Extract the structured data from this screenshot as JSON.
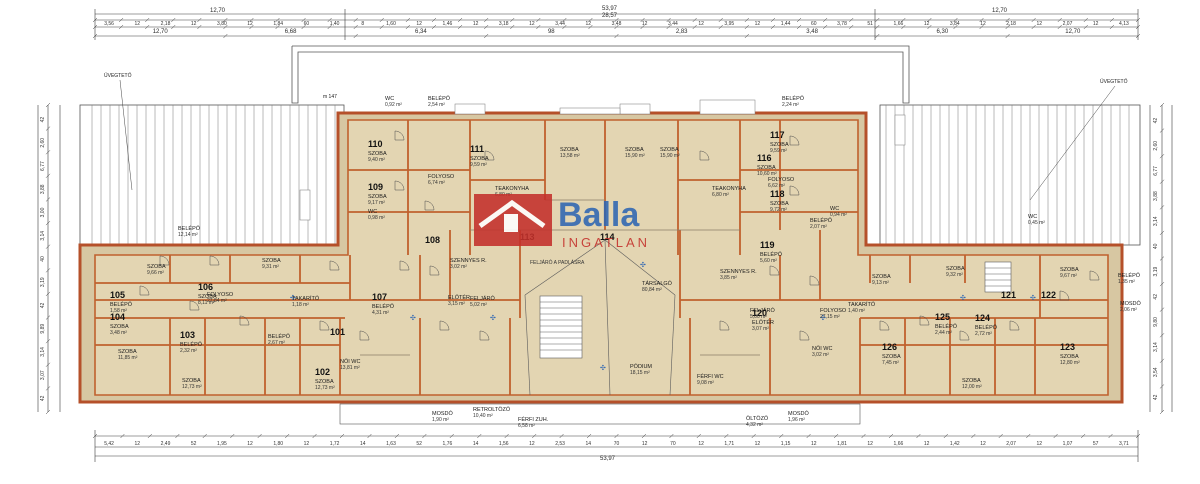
{
  "watermark": {
    "brand": "Balla",
    "sub": "INGATLAN",
    "colors": {
      "red": "#c4302b",
      "blue": "#2f66b3",
      "gray": "#9a9a9a"
    }
  },
  "dimensions": {
    "top_row1": [
      "12,70",
      "53,97",
      "12,70"
    ],
    "top_row1_mid": "28,57",
    "top_row2": [
      "3,56",
      "12",
      "2,18",
      "12",
      "3,80",
      "12",
      "1,84",
      "60",
      "1,40",
      "8",
      "1,60",
      "12",
      "1,46",
      "12",
      "3,18",
      "12",
      "3,44",
      "12",
      "3,48",
      "12",
      "3,44",
      "12",
      "3,95",
      "12",
      "1,44",
      "60",
      "3,78",
      "51",
      "1,66",
      "12",
      "3,84",
      "12",
      "2,18",
      "12",
      "2,07",
      "12",
      "4,13"
    ],
    "top_row3": [
      "12,70",
      "6,68",
      "6,34",
      "98",
      "2,83",
      "3,48",
      "6,30",
      "12,70"
    ],
    "bottom_row1": [
      "5,42",
      "12",
      "2,49",
      "52",
      "1,95",
      "12",
      "1,80",
      "12",
      "1,72",
      "14",
      "1,63",
      "52",
      "1,76",
      "14",
      "1,56",
      "12",
      "2,53",
      "14",
      "70",
      "12",
      "70",
      "12",
      "1,71",
      "12",
      "1,15",
      "12",
      "1,81",
      "12",
      "1,66",
      "12",
      "1,42",
      "12",
      "2,07",
      "12",
      "1,07",
      "57",
      "3,71"
    ],
    "bottom_row2": "53,97",
    "left_col": [
      "42",
      "2,60",
      "6,77",
      "3,88",
      "3,00",
      "3,14",
      "40",
      "3,19",
      "42",
      "9,89",
      "3,14",
      "3,07",
      "42"
    ],
    "right_col": [
      "42",
      "2,60",
      "6,77",
      "3,88",
      "3,14",
      "40",
      "3,19",
      "42",
      "9,80",
      "3,14",
      "3,54",
      "42"
    ]
  },
  "notes": {
    "left_roof": "ÜVEGTETŐ",
    "right_roof": "ÜVEGTETŐ",
    "stair": "m 147",
    "feljaro": "FELJÁRÓ A PADLÁSRA"
  },
  "rooms": [
    {
      "num": "110",
      "name": "SZOBA",
      "area": "9,40 m²"
    },
    {
      "num": "111",
      "name": "SZOBA",
      "area": "9,59 m²"
    },
    {
      "num": "",
      "name": "WC",
      "area": "0,92 m²"
    },
    {
      "num": "",
      "name": "BELÉPŐ",
      "area": "2,54 m²"
    },
    {
      "num": "109",
      "name": "SZOBA",
      "area": "9,17 m²"
    },
    {
      "num": "",
      "name": "FOLYOSO",
      "area": "6,74 m²"
    },
    {
      "num": "",
      "name": "TEAKONYHA",
      "area": "6,80 m²"
    },
    {
      "num": "",
      "name": "WC",
      "area": "0,98 m²"
    },
    {
      "num": "",
      "name": "SZOBA",
      "area": "13,58 m²"
    },
    {
      "num": "",
      "name": "SZOBA",
      "area": "15,90 m²"
    },
    {
      "num": "",
      "name": "SZOBA",
      "area": "15,90 m²"
    },
    {
      "num": "117",
      "name": "SZOBA",
      "area": "9,59 m²"
    },
    {
      "num": "116",
      "name": "SZOBA",
      "area": "10,60 m²"
    },
    {
      "num": "",
      "name": "BELÉPŐ",
      "area": "2,24 m²"
    },
    {
      "num": "118",
      "name": "SZOBA",
      "area": "9,72 m²"
    },
    {
      "num": "",
      "name": "TEAKONYHA",
      "area": "6,80 m²"
    },
    {
      "num": "",
      "name": "FOLYOSO",
      "area": "6,62 m²"
    },
    {
      "num": "",
      "name": "WC",
      "area": "0,94 m²"
    },
    {
      "num": "",
      "name": "BELÉPŐ",
      "area": "2,07 m²"
    },
    {
      "num": "",
      "name": "BELÉPŐ",
      "area": "12,14 m²"
    },
    {
      "num": "",
      "name": "SZOBA",
      "area": "9,66 m²"
    },
    {
      "num": "106",
      "name": "SZOBA",
      "area": "8,11 m²"
    },
    {
      "num": "",
      "name": "SZOBA",
      "area": "9,31 m²"
    },
    {
      "num": "108",
      "name": "",
      "area": ""
    },
    {
      "num": "",
      "name": "SZENNYES R.",
      "area": "3,02 m²"
    },
    {
      "num": "113",
      "name": "",
      "area": ""
    },
    {
      "num": "114",
      "name": "",
      "area": ""
    },
    {
      "num": "",
      "name": "TÁRSALGÓ",
      "area": "80,84 m²"
    },
    {
      "num": "119",
      "name": "BELÉPŐ",
      "area": "5,60 m²"
    },
    {
      "num": "",
      "name": "SZENNYES R.",
      "area": "3,85 m²"
    },
    {
      "num": "",
      "name": "SZOBA",
      "area": "9,13 m²"
    },
    {
      "num": "",
      "name": "SZOBA",
      "area": "9,32 m²"
    },
    {
      "num": "",
      "name": "WC",
      "area": "0,45 m²"
    },
    {
      "num": "",
      "name": "SZOBA",
      "area": "9,67 m²"
    },
    {
      "num": "121",
      "name": "",
      "area": ""
    },
    {
      "num": "122",
      "name": "",
      "area": ""
    },
    {
      "num": "",
      "name": "BELÉPŐ",
      "area": "1,35 m²"
    },
    {
      "num": "105",
      "name": "BELÉPŐ",
      "area": "1,58 m²"
    },
    {
      "num": "",
      "name": "FOLYOSO",
      "area": "27,84 m²"
    },
    {
      "num": "",
      "name": "TAKARÍTÓ",
      "area": "1,18 m²"
    },
    {
      "num": "107",
      "name": "BELÉPŐ",
      "area": "4,31 m²"
    },
    {
      "num": "",
      "name": "ELŐTÉR",
      "area": "3,15 m²"
    },
    {
      "num": "",
      "name": "FELJÁRÓ",
      "area": "5,02 m²"
    },
    {
      "num": "120",
      "name": "ELŐTÉR",
      "area": "3,07 m²"
    },
    {
      "num": "",
      "name": "FOLYOSO",
      "area": "27,15 m²"
    },
    {
      "num": "",
      "name": "TAKARÍTÓ",
      "area": "1,40 m²"
    },
    {
      "num": "",
      "name": "FELJÁRÓ",
      "area": "5,00 m²"
    },
    {
      "num": "104",
      "name": "SZOBA",
      "area": "3,48 m²"
    },
    {
      "num": "103",
      "name": "BELÉPŐ",
      "area": "2,32 m²"
    },
    {
      "num": "",
      "name": "BELÉPŐ",
      "area": "2,67 m²"
    },
    {
      "num": "101",
      "name": "",
      "area": ""
    },
    {
      "num": "102",
      "name": "SZOBA",
      "area": "12,73 m²"
    },
    {
      "num": "",
      "name": "NŐI WC",
      "area": "13,81 m²"
    },
    {
      "num": "",
      "name": "PÓDIUM",
      "area": "18,15 m²"
    },
    {
      "num": "",
      "name": "NŐI WC",
      "area": "3,02 m²"
    },
    {
      "num": "",
      "name": "FÉRFI WC",
      "area": "9,08 m²"
    },
    {
      "num": "126",
      "name": "SZOBA",
      "area": "7,45 m²"
    },
    {
      "num": "125",
      "name": "BELÉPŐ",
      "area": "2,44 m²"
    },
    {
      "num": "124",
      "name": "BELÉPŐ",
      "area": "2,72 m²"
    },
    {
      "num": "123",
      "name": "SZOBA",
      "area": "12,80 m²"
    },
    {
      "num": "",
      "name": "SZOBA",
      "area": "11,85 m²"
    },
    {
      "num": "",
      "name": "SZOBA",
      "area": "12,73 m²"
    },
    {
      "num": "",
      "name": "SZOBA",
      "area": "12,00 m²"
    },
    {
      "num": "",
      "name": "MOSDÓ",
      "area": "2,06 m²"
    },
    {
      "num": "",
      "name": "MOSDÓ",
      "area": "1,90 m²"
    },
    {
      "num": "",
      "name": "ÖLTÖZŐ",
      "area": "4,32 m²"
    },
    {
      "num": "",
      "name": "MOSDÓ",
      "area": "1,96 m²"
    },
    {
      "num": "",
      "name": "RETROLTÖZŐ",
      "area": "10,40 m²"
    },
    {
      "num": "",
      "name": "FÉRFI ZUH.",
      "area": "6,58 m²"
    }
  ]
}
